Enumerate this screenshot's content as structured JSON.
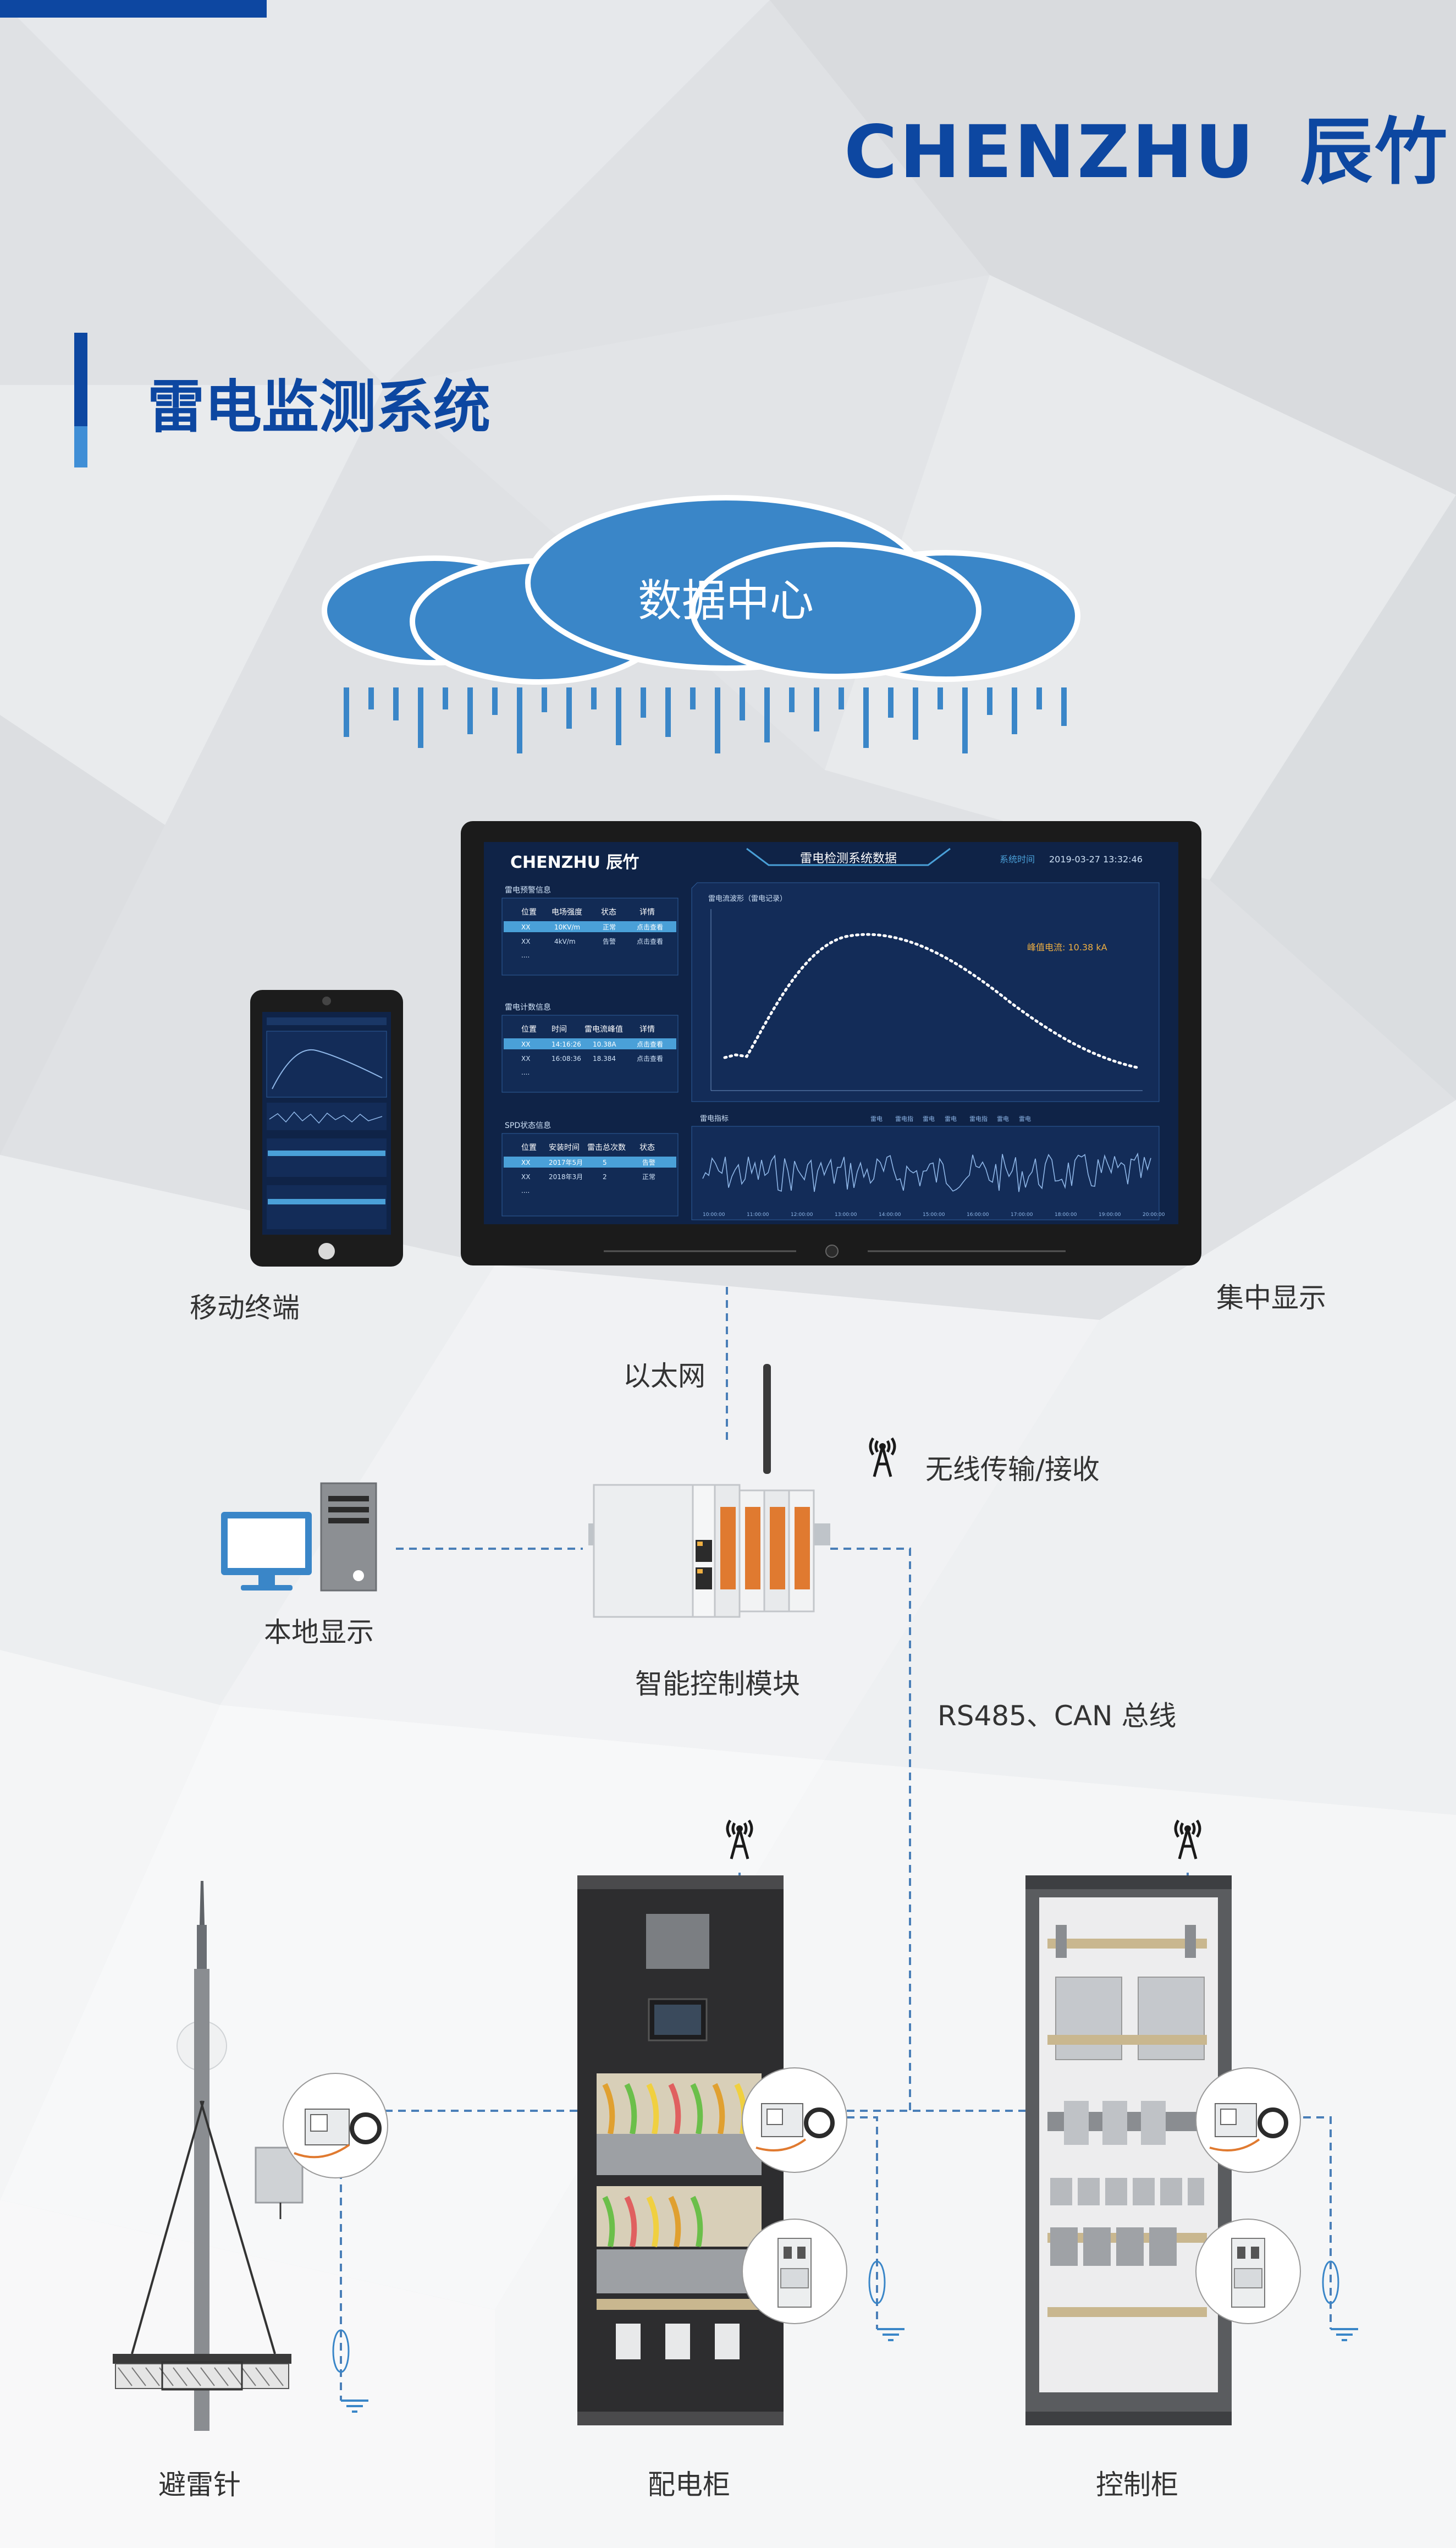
{
  "brand": {
    "latin": "CHENZHU",
    "chinese": "辰竹"
  },
  "title": "雷电监测系统",
  "cloud_label": "数据中心",
  "big_screen": {
    "logo": "CHENZHU 辰竹",
    "header": "雷电检测系统数据",
    "time_label": "系统时间",
    "time_value": "2019-03-27  13:32:46",
    "panel1": {
      "title": "雷电预警信息",
      "headers": [
        "位置",
        "电场强度",
        "状态",
        "详情"
      ],
      "rows": [
        [
          "XX",
          "10KV/m",
          "正常",
          "点击查看"
        ],
        [
          "XX",
          "4kV/m",
          "告警",
          "点击查看"
        ],
        [
          "....",
          "",
          "",
          ""
        ]
      ]
    },
    "panel2": {
      "title": "雷电计数信息",
      "headers": [
        "位置",
        "时间",
        "雷电流峰值",
        "详情"
      ],
      "rows": [
        [
          "XX",
          "14:16:26",
          "10.38A",
          "点击查看"
        ],
        [
          "XX",
          "16:08:36",
          "18.384",
          "点击查看"
        ],
        [
          "....",
          "",
          "",
          ""
        ]
      ]
    },
    "panel3": {
      "title": "SPD状态信息",
      "headers": [
        "位置",
        "安装时间",
        "雷击总次数",
        "状态"
      ],
      "rows": [
        [
          "XX",
          "2017年5月",
          "5",
          "告警"
        ],
        [
          "XX",
          "2018年3月",
          "2",
          "正常"
        ],
        [
          "....",
          "",
          "",
          ""
        ]
      ]
    },
    "chart1_title": "雷电流波形（雷电记录）",
    "peak_label": "峰值电流: 10.38 kA",
    "chart2_title": "雷电指标",
    "chart2_tabs": [
      "雷电",
      "雷电指",
      "雷电",
      "雷电",
      "雷电指",
      "雷电",
      "雷电"
    ],
    "chart2_xticks": [
      "10:00:00",
      "11:00:00",
      "12:00:00",
      "13:00:00",
      "14:00:00",
      "15:00:00",
      "16:00:00",
      "17:00:00",
      "18:00:00",
      "19:00:00",
      "20:00:00"
    ]
  },
  "labels": {
    "mobile": "移动终端",
    "central": "集中显示",
    "ethernet": "以太网",
    "wireless": "无线传输/接收",
    "local": "本地显示",
    "module": "智能控制模块",
    "bus": "RS485、CAN 总线",
    "rod": "避雷针",
    "distribution": "配电柜",
    "control": "控制柜"
  },
  "colors": {
    "brand_blue": "#0d47a1",
    "cloud_blue": "#3a86c8",
    "screen_bg": "#0f2347"
  },
  "icons": [
    "antenna-icon",
    "monitor-icon",
    "pc-tower-icon",
    "ground-symbol-icon",
    "cloud-icon"
  ]
}
